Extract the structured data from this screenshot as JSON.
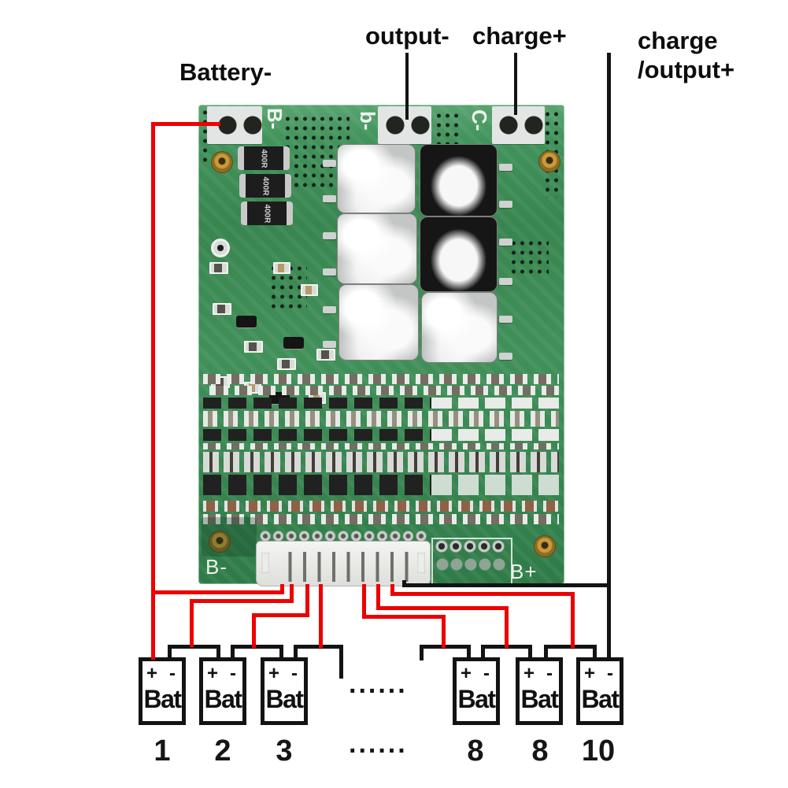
{
  "labels": {
    "battery_minus": "Battery-",
    "output_minus": "output-",
    "charge_plus": "charge+",
    "charge_output_plus_line1": "charge",
    "charge_output_plus_line2": "/output+"
  },
  "board": {
    "top_terminals": [
      {
        "label": "B-"
      },
      {
        "label": "b-"
      },
      {
        "label": "C-"
      }
    ],
    "silkscreen_bottom_left": "B-",
    "silkscreen_bottom_right": "B+",
    "resistor_label": "400R"
  },
  "batteries": {
    "plus": "+",
    "minus": "-",
    "label": "Bat",
    "ellipsis": "......",
    "cells": [
      {
        "number": "1"
      },
      {
        "number": "2"
      },
      {
        "number": "3"
      },
      {
        "number": "8"
      },
      {
        "number": "8"
      },
      {
        "number": "10"
      }
    ]
  },
  "colors": {
    "background": "#ffffff",
    "wire_red": "#ec0000",
    "wire_black": "#131313",
    "pcb_green": "#3d8e59",
    "pad_silver": "#e3e5e4"
  }
}
